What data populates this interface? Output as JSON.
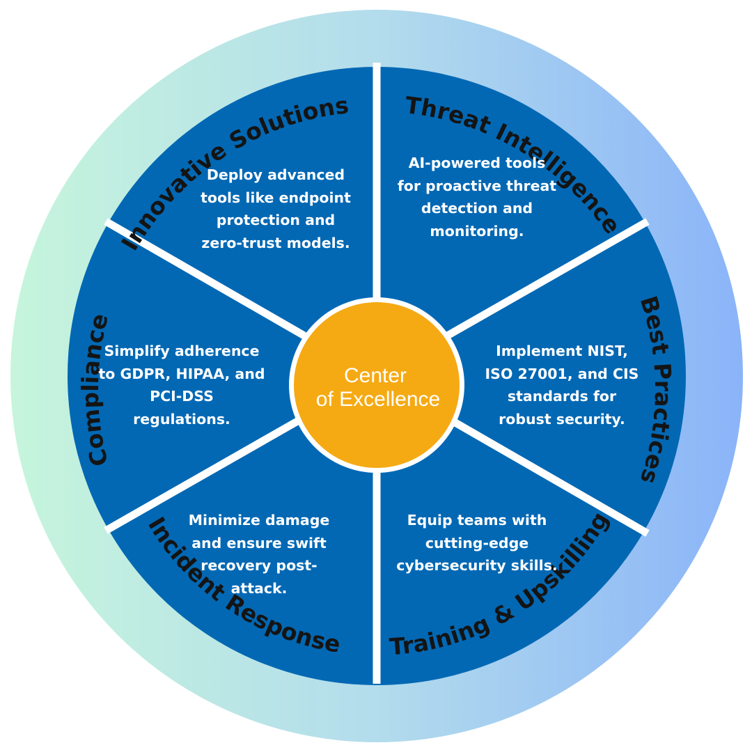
{
  "center": {
    "line1": "Center",
    "line2": "of Excellence"
  },
  "segments": [
    {
      "title": "Threat Intelligence",
      "text": "AI-powered tools\nfor proactive threat\ndetection and\nmonitoring."
    },
    {
      "title": "Best Practices",
      "text": "Implement NIST,\nISO 27001, and CIS\nstandards for\nrobust security."
    },
    {
      "title": "Training & Upskilling",
      "text": "Equip teams with\ncutting-edge\ncybersecurity skills."
    },
    {
      "title": "Incident Response",
      "text": "Minimize damage\nand ensure swift\nrecovery post-\nattack."
    },
    {
      "title": "Compliance",
      "text": "Simplify adherence\nto GDPR, HIPAA, and\nPCI-DSS\nregulations."
    },
    {
      "title": "Innovative Solutions",
      "text": "Deploy advanced\ntools like endpoint\nprotection and\nzero-trust models."
    }
  ],
  "colors": {
    "ring_gradient_left": "#c6f5dc",
    "ring_gradient_mid": "#b3dcec",
    "ring_gradient_right": "#8ab4f8",
    "segment_fill": "#0268b4",
    "divider": "#ffffff",
    "center_fill": "#f5aa14",
    "label_text": "#141414"
  }
}
